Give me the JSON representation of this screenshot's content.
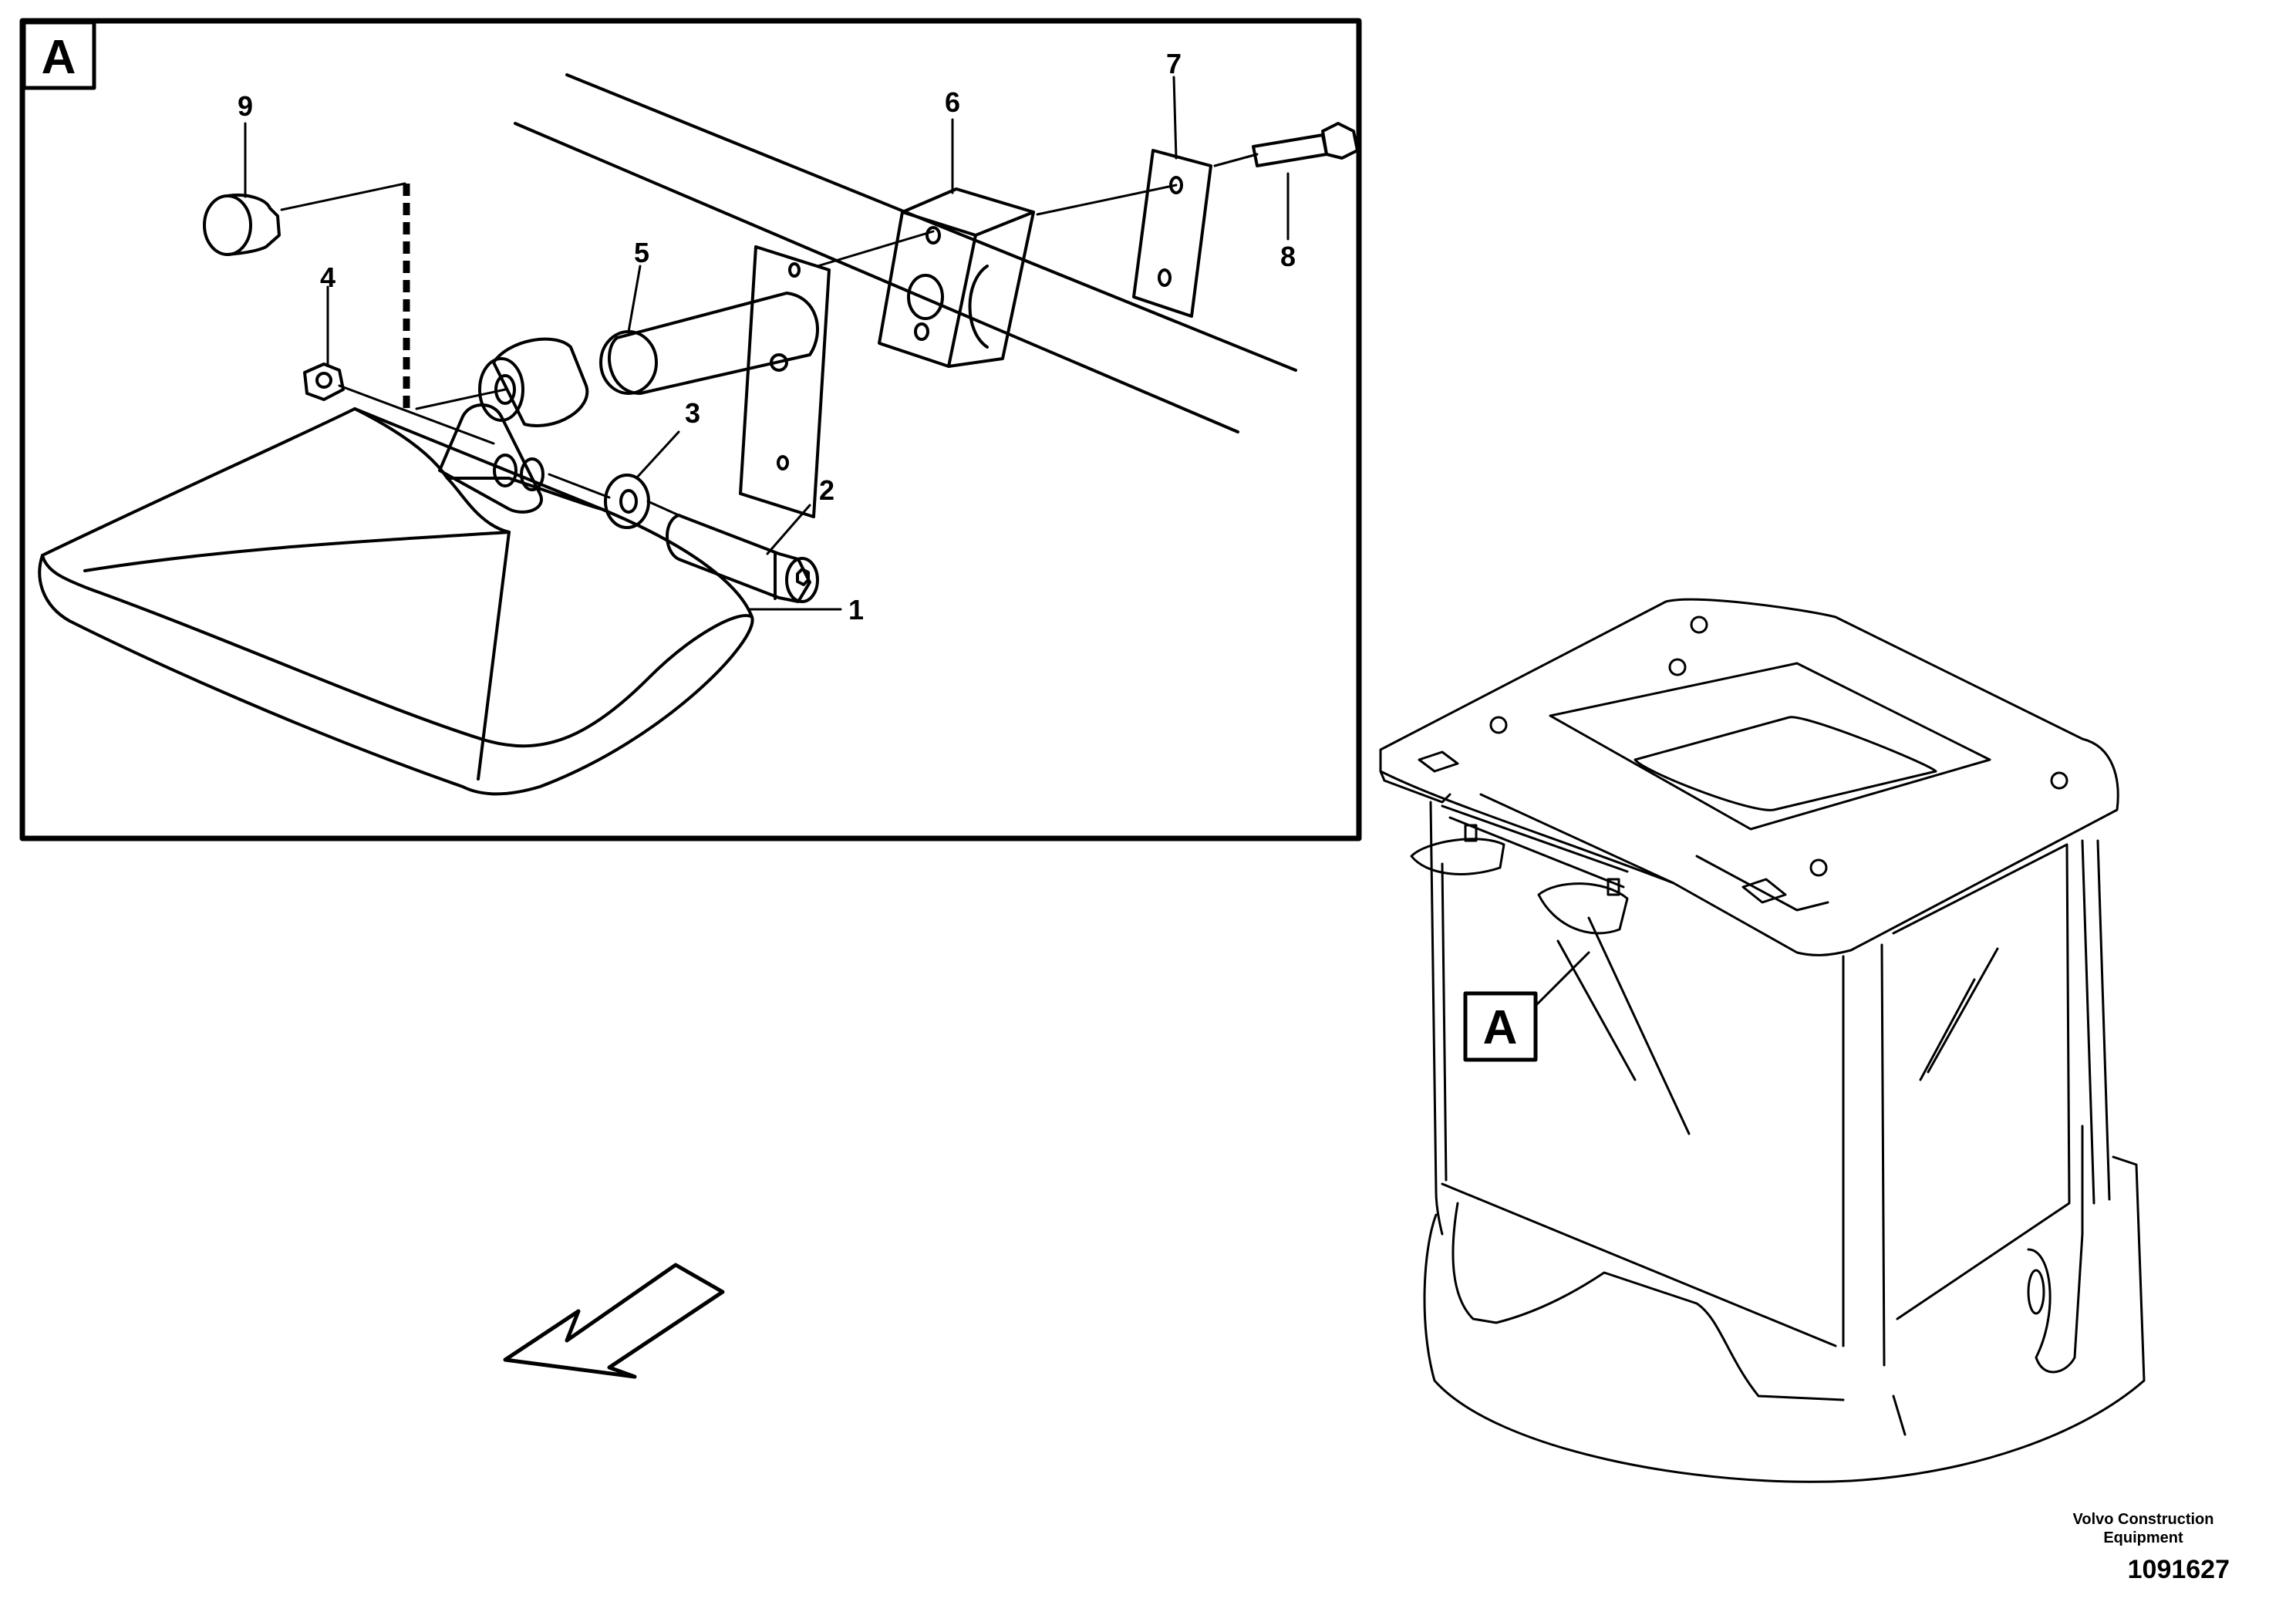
{
  "detail_view": {
    "tag": "A",
    "callouts": [
      {
        "id": "1",
        "label": "1"
      },
      {
        "id": "2",
        "label": "2"
      },
      {
        "id": "3",
        "label": "3"
      },
      {
        "id": "4",
        "label": "4"
      },
      {
        "id": "5",
        "label": "5"
      },
      {
        "id": "6",
        "label": "6"
      },
      {
        "id": "7",
        "label": "7"
      },
      {
        "id": "8",
        "label": "8"
      },
      {
        "id": "9",
        "label": "9"
      }
    ]
  },
  "overview": {
    "tag": "A"
  },
  "footer": {
    "credit_line1": "Volvo Construction",
    "credit_line2": "Equipment",
    "document_number": "1091627"
  }
}
